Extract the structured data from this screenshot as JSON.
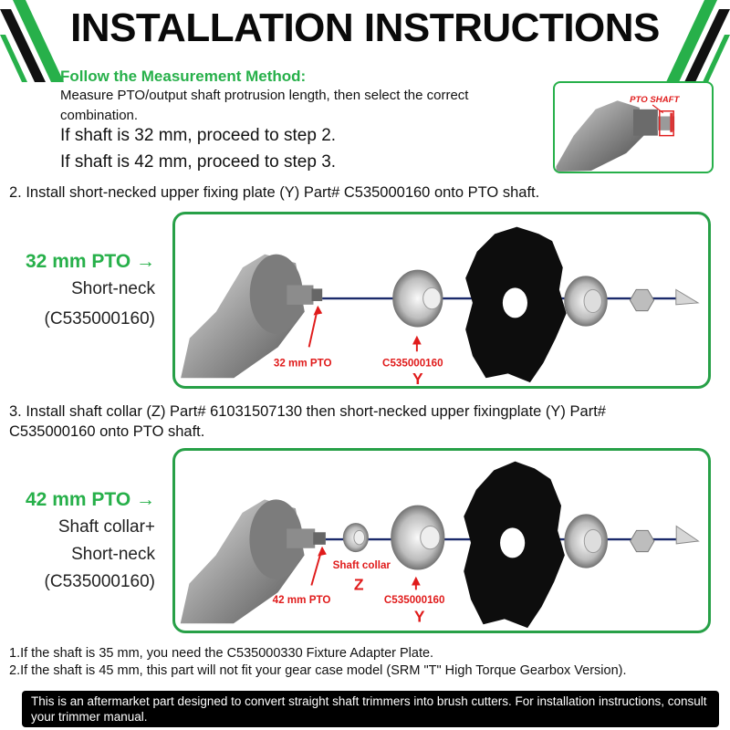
{
  "header": {
    "title": "INSTALLATION INSTRUCTIONS"
  },
  "intro": {
    "method_title": "Follow the Measurement Method:",
    "measure_line1": "Measure PTO/output shaft protrusion length, then select the correct",
    "measure_line2": "combination.",
    "shaft_32": "If shaft is 32 mm, proceed to step 2.",
    "shaft_42": "If shaft is 42 mm, proceed to step 3.",
    "photo_label": "PTO SHAFT"
  },
  "step2": {
    "text": "2. Install short-necked upper fixing plate (Y) Part# C535000160 onto PTO shaft.",
    "side_head": "32 mm PTO →",
    "side_line1": "Short-neck",
    "side_line2": "(C535000160)",
    "label_pto": "32 mm PTO",
    "label_part": "C535000160",
    "label_letter": "Y"
  },
  "step3": {
    "text_line1": "3. Install shaft collar (Z) Part# 61031507130 then short-necked upper fixingplate (Y) Part#",
    "text_line2": "C535000160 onto PTO shaft.",
    "side_head": "42 mm PTO →",
    "side_line1": "Shaft collar+",
    "side_line2": "Short-neck",
    "side_line3": "(C535000160)",
    "label_pto": "42 mm PTO",
    "label_collar": "Shaft collar",
    "label_collar_letter": "Z",
    "label_part": "C535000160",
    "label_part_letter": "Y"
  },
  "notes": {
    "line1": "1.If the shaft is 35 mm, you need the C535000330 Fixture Adapter Plate.",
    "line2": "2.If the shaft is 45 mm, this part will not fit your gear case model (SRM \"T\" High Torque Gearbox Version)."
  },
  "disclaimer": {
    "text": "This is an aftermarket part designed to convert straight shaft trimmers into brush cutters. For installation instructions, consult your trimmer manual."
  },
  "colors": {
    "accent_green": "#27b04a",
    "label_red": "#e01b1b",
    "shaft_blue": "#1b2a6b"
  }
}
